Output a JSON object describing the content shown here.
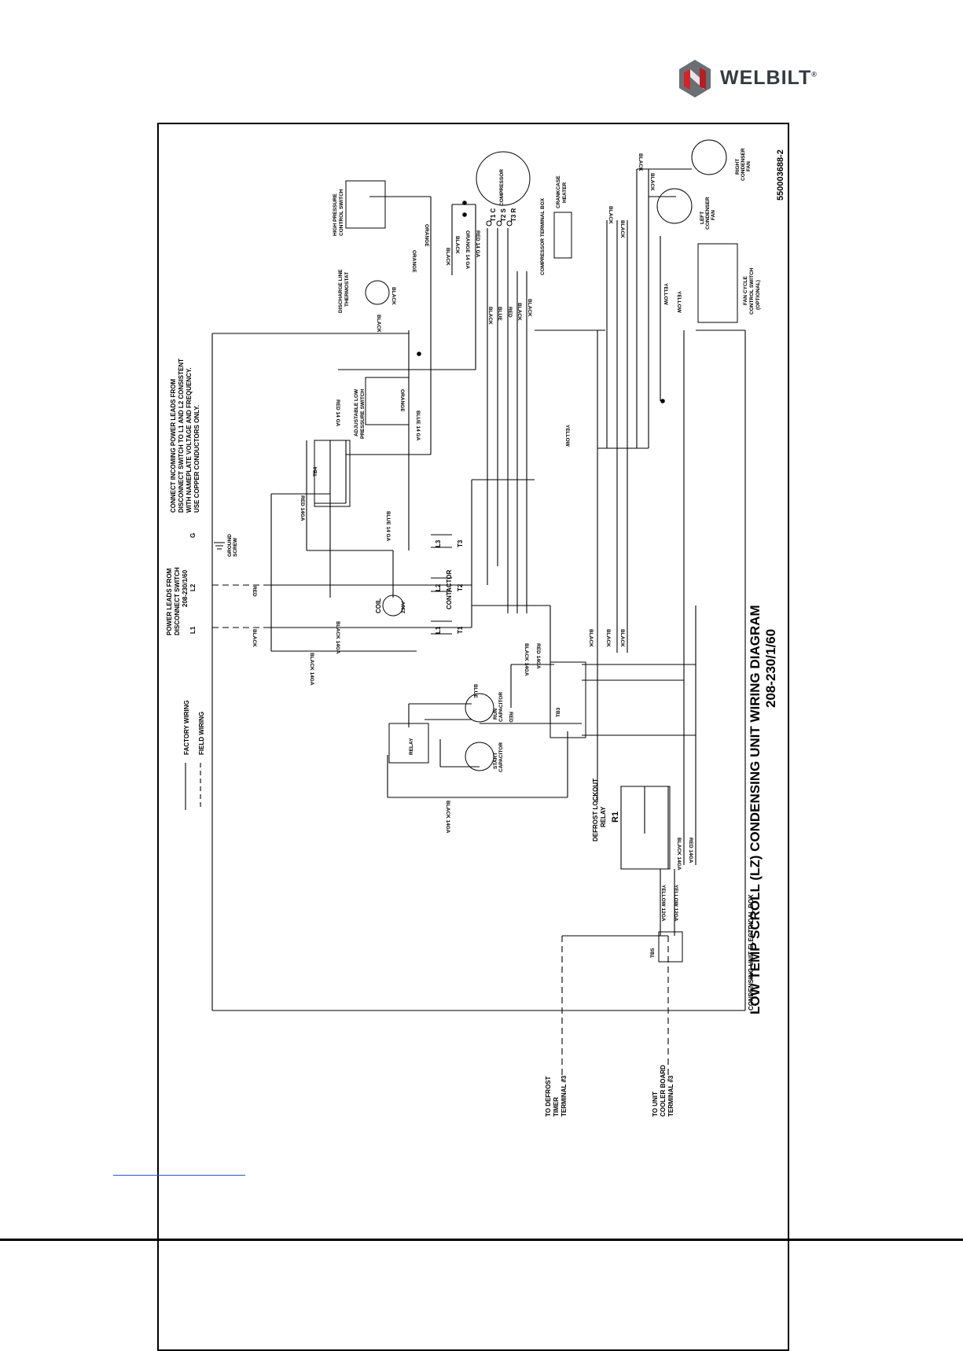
{
  "brand": {
    "name": "WELBILT",
    "mark": "®",
    "icon": "welbilt-logo-icon",
    "colors": {
      "red": "#d0252a",
      "gray": "#6b6f74",
      "text": "#333a40"
    }
  },
  "diagram": {
    "title": "LOW TEMP SCROLL (LZ) CONDENSING UNIT WIRING DIAGRAM",
    "subtitle": "208-230/1/60",
    "part_number": "550003688-2",
    "legend": {
      "factory": "FACTORY WIRING",
      "field": "FIELD WIRING"
    },
    "notes": {
      "power_leads": [
        "POWER LEADS FROM",
        "DISCONNECT SWITCH",
        "208-230/1/60"
      ],
      "connect": [
        "CONNECT INCOMING POWER LEADS FROM",
        "DISCONNECT SWITCH TO L1 AND L2 CONSISTENT",
        "WITH NAMEPLATE VOLTAGE AND FREQUENCY.",
        "USE COPPER CONDUCTORS ONLY."
      ],
      "electrical_box": "CONDENSING UNIT ELECTRICAL BOX",
      "defrost_timer": [
        "TO DEFROST",
        "TIMER",
        "TERMINAL #3"
      ],
      "cooler_board": [
        "TO UNIT",
        "COOLER BOARD",
        "TERMINAL #3"
      ]
    },
    "components": {
      "high_pressure": [
        "HIGH PRESSURE",
        "CONTROL SWITCH"
      ],
      "discharge": [
        "DISCHARGE LINE",
        "THERMOSTAT"
      ],
      "compressor": "COMPRESSOR",
      "terminal_box": "COMPRESSOR TERMINAL BOX",
      "terminals": [
        "T1 C",
        "T2 S",
        "T3 R"
      ],
      "crankcase": [
        "CRANKCASE",
        "HEATER"
      ],
      "right_fan": [
        "RIGHT",
        "CONDENSER",
        "FAN"
      ],
      "left_fan": [
        "LEFT",
        "CONDENSER",
        "FAN"
      ],
      "fan_cycle": [
        "FAN CYCLE",
        "CONTROL SWITCH",
        "(OPTIONAL)"
      ],
      "low_pressure": [
        "ADJUSTABLE LOW",
        "PRESSURE SWITCH"
      ],
      "tb4": "TB4",
      "tb3": "TB3",
      "tb5": "TB5",
      "contactor": "CONTACTOR",
      "coil": "COIL",
      "coil_volt": "230V",
      "l1": "L1",
      "l2": "L2",
      "g": "G",
      "ground": [
        "GROUND",
        "SCREW"
      ],
      "t1": "T1",
      "t2": "T2",
      "t3": "T3",
      "l3": "L3",
      "relay": "RELAY",
      "run_cap": [
        "RUN",
        "CAPACITOR"
      ],
      "start_cap": [
        "START",
        "CAPACITOR"
      ],
      "defrost_relay": [
        "DEFROST LOCKOUT",
        "RELAY"
      ],
      "r1": "R1"
    },
    "wires": {
      "black": "BLACK",
      "blue": "BLUE",
      "red": "RED",
      "orange": "ORANGE",
      "yellow": "YELLOW",
      "black_14": "BLACK 14GA",
      "red_14": "RED 14GA",
      "red_14_ga": "RED 14 GA",
      "blue_14_ga": "BLUE 14 GA",
      "orange_14_ga": "ORANGE 14 GA",
      "black_14_ga": "BLACK 14 GA",
      "yellow_12": "YELLOW 12GA"
    }
  }
}
